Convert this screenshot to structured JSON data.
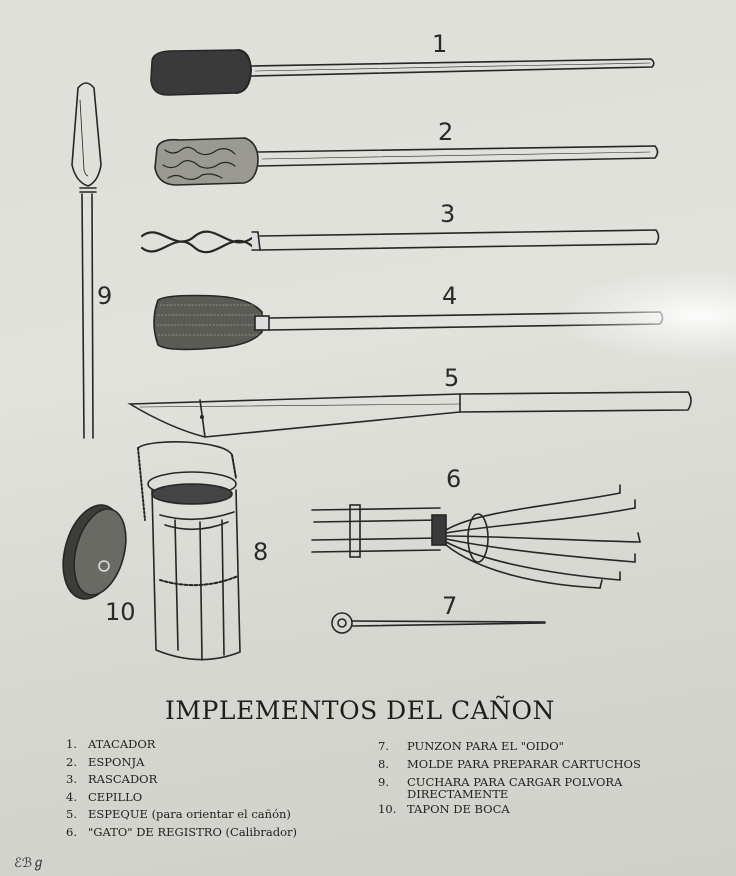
{
  "title": "IMPLEMENTOS DEL CAÑON",
  "figure_numbers": [
    "1",
    "2",
    "3",
    "4",
    "5",
    "6",
    "7",
    "8",
    "9",
    "10"
  ],
  "legend_left": [
    {
      "num": "1.",
      "text": "ATACADOR"
    },
    {
      "num": "2.",
      "text": "ESPONJA"
    },
    {
      "num": "3.",
      "text": "RASCADOR"
    },
    {
      "num": "4.",
      "text": "CEPILLO"
    },
    {
      "num": "5.",
      "text": "ESPEQUE (para orientar el cañón)"
    },
    {
      "num": "6.",
      "text": "\"GATO\" DE REGISTRO (Calibrador)"
    }
  ],
  "legend_right": [
    {
      "num": "7.",
      "text": "PUNZON PARA EL \"OIDO\""
    },
    {
      "num": "8.",
      "text": "MOLDE PARA PREPARAR CARTUCHOS"
    },
    {
      "num": "9.",
      "text": "CUCHARA PARA CARGAR POLVORA DIRECTAMENTE"
    },
    {
      "num": "10.",
      "text": "TAPON DE BOCA"
    }
  ],
  "signature": "ℰℬℊ",
  "colors": {
    "paper": "#dedfd8",
    "ink": "#222222"
  }
}
